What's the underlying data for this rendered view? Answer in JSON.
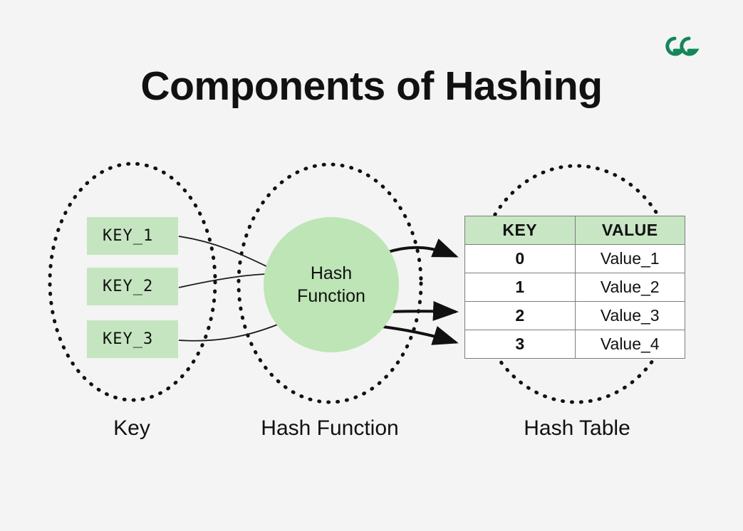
{
  "page": {
    "title": "Components of Hashing",
    "background_color": "#f4f4f4",
    "accent_green": "#c5e5c0",
    "logo_color": "#13865a",
    "logo_name": "geeksforgeeks-logo"
  },
  "keys_group": {
    "caption": "Key",
    "items": [
      {
        "label": "KEY_1"
      },
      {
        "label": "KEY_2"
      },
      {
        "label": "KEY_3"
      }
    ]
  },
  "hash_function_group": {
    "caption": "Hash Function",
    "circle_line_1": "Hash",
    "circle_line_2": "Function"
  },
  "hash_table_group": {
    "caption": "Hash Table",
    "columns": [
      "KEY",
      "VALUE"
    ],
    "rows": [
      {
        "key": "0",
        "value": "Value_1"
      },
      {
        "key": "1",
        "value": "Value_2"
      },
      {
        "key": "2",
        "value": "Value_3"
      },
      {
        "key": "3",
        "value": "Value_4"
      }
    ]
  }
}
